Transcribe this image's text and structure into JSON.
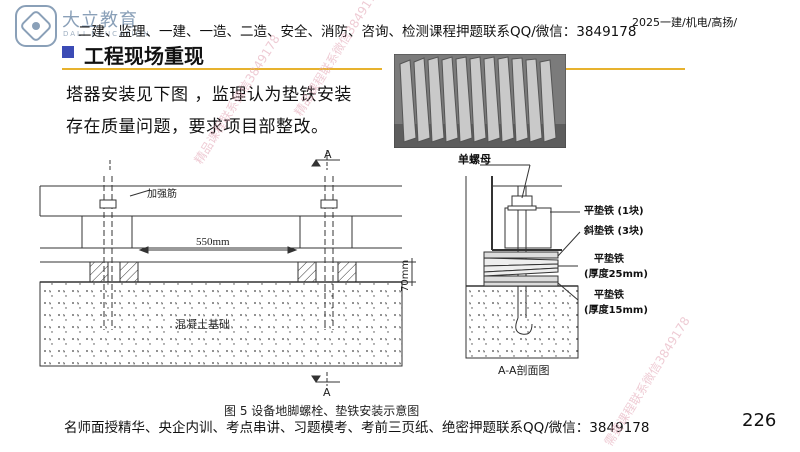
{
  "header": {
    "brand": "大立教育",
    "brand_sub": "DALI EDUCATION",
    "banner": "二建、监理、一建、一造、二造、安全、消防、咨询、检测课程押题联系QQ/微信：3849178",
    "right_tag": "2025一建/机电/高扬/"
  },
  "slide": {
    "title": "工程现场重现",
    "paragraph_line1": "塔器安装见下图 ，监理认为垫铁安装",
    "paragraph_line2": "存在质量问题，要求项目部整改。"
  },
  "figure": {
    "left": {
      "section_mark_top": "A",
      "section_mark_bottom": "A",
      "rib_label": "加强筋",
      "spacing_label": "550mm",
      "height_label": "70mm",
      "foundation_label": "混凝土基础"
    },
    "right": {
      "nut_label": "单螺母",
      "flat_pad_label": "平垫铁 (1块)",
      "wedge_label": "斜垫铁 (3块)",
      "flat_pad_25_label1": "平垫铁",
      "flat_pad_25_label2": "(厚度25mm)",
      "flat_pad_15_label1": "平垫铁",
      "flat_pad_15_label2": "(厚度15mm)",
      "section_caption": "A-A剖面图"
    },
    "caption": "图 5   设备地脚螺栓、垫铁安装示意图"
  },
  "footer": {
    "text": "名师面授精华、央企内训、考点串讲、习题模考、考前三页纸、绝密押题联系QQ/微信：3849178",
    "page_number": "226"
  },
  "watermarks": {
    "text1": "精品课程联系微信3849178",
    "text2": "精品课程联系微信3849178",
    "text3": "需要课程联系微信3849178"
  },
  "colors": {
    "title_square": "#3b4bb5",
    "title_rule": "#e7b22e",
    "watermark": "#e4a9b8"
  }
}
